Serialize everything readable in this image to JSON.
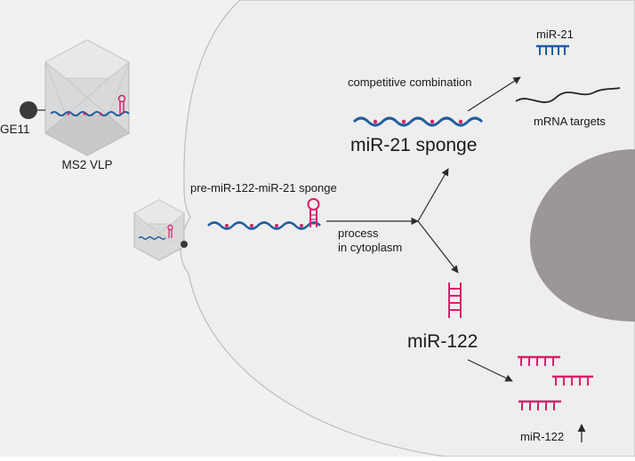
{
  "labels": {
    "ge11": "GE11",
    "vlp": "MS2 VLP",
    "pre_construct": "pre-miR-122-miR-21 sponge",
    "process_line1": "process",
    "process_line2": "in cytoplasm",
    "competitive": "competitive combination",
    "sponge": "miR-21 sponge",
    "mir21": "miR-21",
    "mrna_targets": "mRNA targets",
    "mir122": "miR-122",
    "mir122_up": "miR-122"
  },
  "colors": {
    "background": "#f1f1f1",
    "cell": "#efeeee",
    "nucleus": "#9b9796",
    "sponge_blue": "#1f5f9e",
    "mir_pink": "#d5206b",
    "capsid": "#d9d9d9",
    "ligand": "#3c3a39",
    "arrow": "#2b2b2b"
  },
  "icons": {
    "capsid": "icosahedral-capsid-icon",
    "ligand": "ge11-peptide-icon",
    "hairpin": "stem-loop-icon",
    "up_arrow": "up-arrow-icon"
  }
}
